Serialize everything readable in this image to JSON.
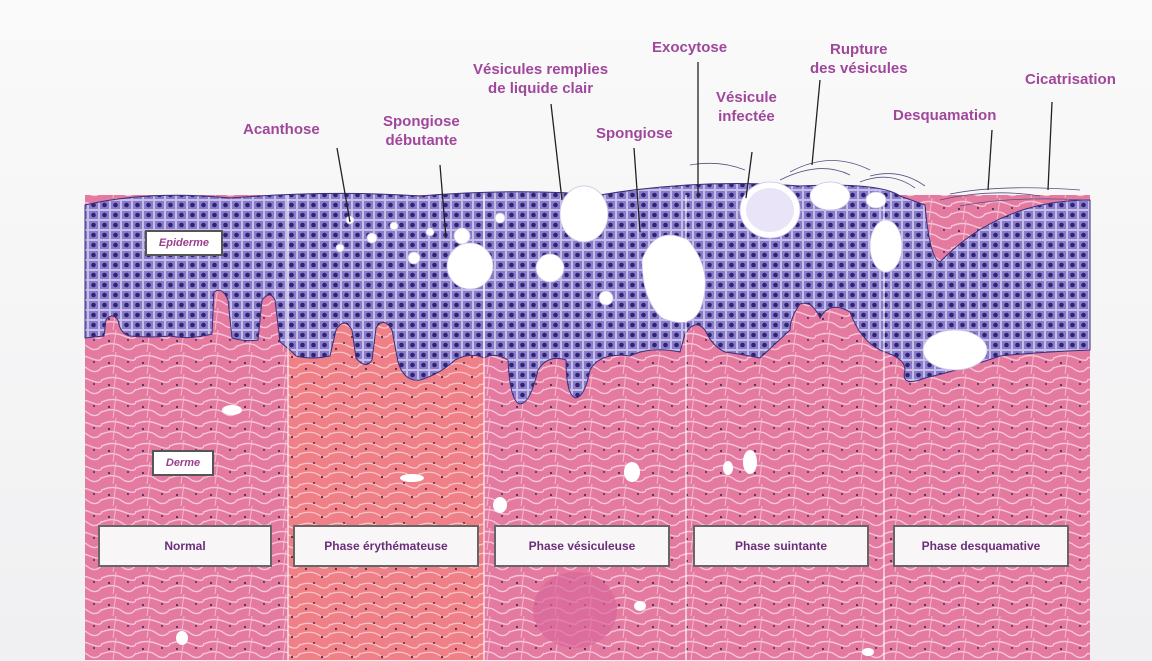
{
  "annotations": {
    "acanthose": [
      "Acanthose"
    ],
    "spongiose_debutante": [
      "Spongiose",
      "débutante"
    ],
    "vesicules_remplies": [
      "Vésicules remplies",
      "de liquide clair"
    ],
    "spongiose": [
      "Spongiose"
    ],
    "exocytose": [
      "Exocytose"
    ],
    "vesicule_infectee": [
      "Vésicule",
      "infectée"
    ],
    "rupture": [
      "Rupture",
      "des vésicules"
    ],
    "desquamation": [
      "Desquamation"
    ],
    "cicatrisation": [
      "Cicatrisation"
    ]
  },
  "layers": {
    "epiderme": "Epiderme",
    "derme": "Derme"
  },
  "phases": [
    "Normal",
    "Phase érythémateuse",
    "Phase vésiculeuse",
    "Phase suintante",
    "Phase desquamative"
  ],
  "colors": {
    "annotation_text": "#a0479c",
    "epidermis": "#6f5fb3",
    "dermis": "#e2789c",
    "erythema": "#ee7f88",
    "vesicle": "#ffffff"
  }
}
